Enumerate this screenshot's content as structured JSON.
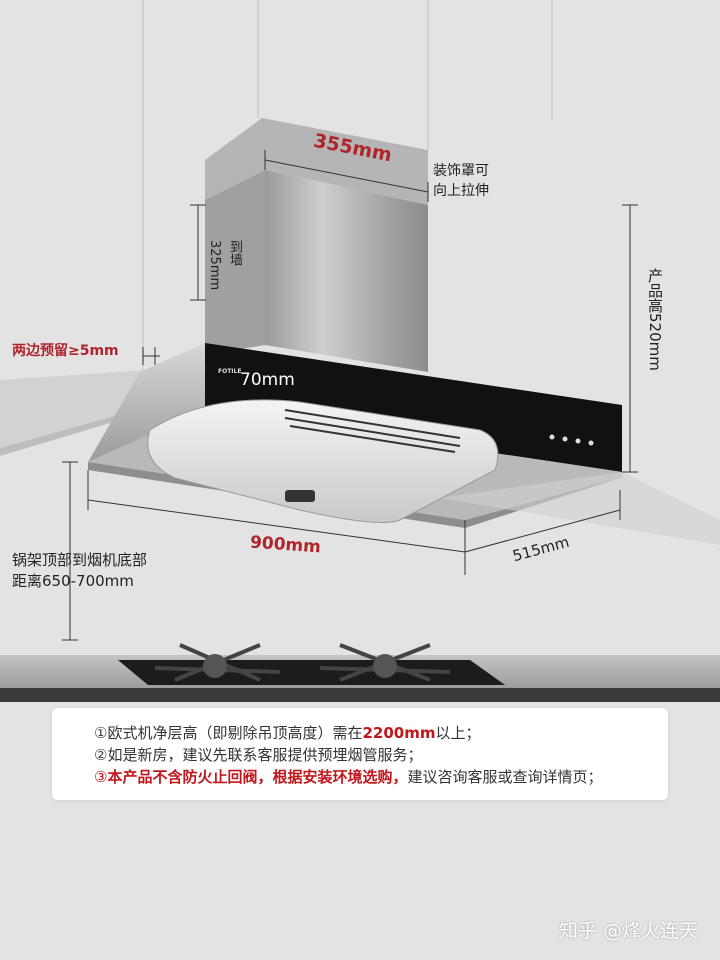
{
  "dimensions": {
    "chimney_width": "355mm",
    "cover_note_line1": "装饰罩可",
    "cover_note_line2": "向上拉伸",
    "to_wall_label": "到墙",
    "to_wall_value": "325mm",
    "side_clearance": "两边预留≥5mm",
    "panel_height": "70mm",
    "product_height": "产品高520mm",
    "width": "900mm",
    "depth": "515mm",
    "pot_distance_line1": "锅架顶部到烟机底部",
    "pot_distance_line2": "距离650-700mm"
  },
  "brand_logo": "FOTILE",
  "notes": {
    "n1_num": "①",
    "n1_pre": "欧式机净层高（即剔除吊顶高度）需在",
    "n1_hl": "2200mm",
    "n1_post": "以上；",
    "n2_num": "②",
    "n2_text": "如是新房，建议先联系客服提供预埋烟管服务；",
    "n3_num": "③",
    "n3_red": "本产品不含防火止回阀，",
    "n3_redb": "根据安装环境选购，",
    "n3_post": "建议咨询客服或查询详情页；"
  },
  "watermark": "知乎 @烽火连天",
  "colors": {
    "accent_red": "#b0252b",
    "wall": "#e4e3e3",
    "counter": "#3a3a3a"
  }
}
